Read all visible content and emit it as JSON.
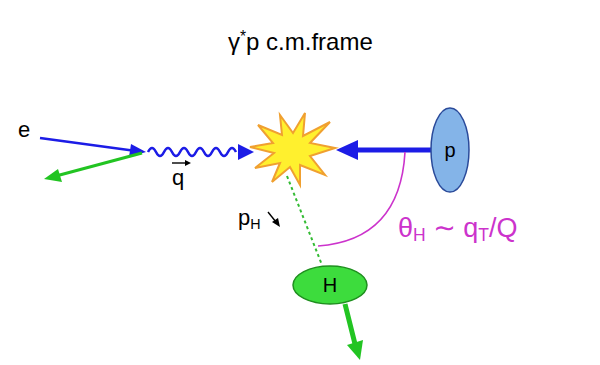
{
  "diagram": {
    "title": "γ*p c.m.frame",
    "nodes": [
      {
        "text": [
          "p"
        ]
      },
      {
        "text": [
          "H"
        ]
      }
    ],
    "labels": [
      "e",
      "q",
      "pH",
      "θH ∼ qT/Q"
    ]
  }
}
